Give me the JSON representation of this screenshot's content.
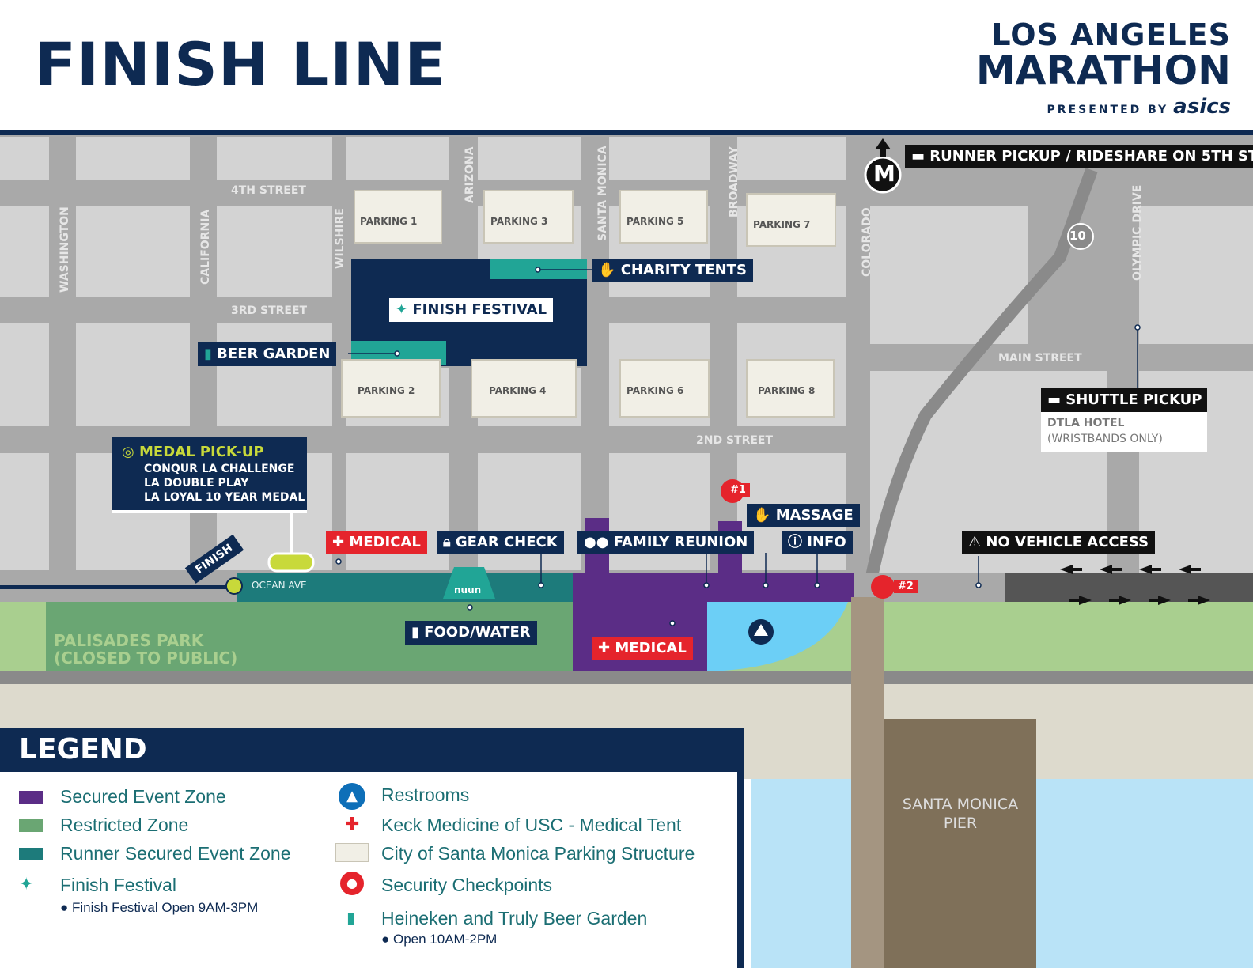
{
  "header": {
    "title": "FINISH LINE",
    "logo_line1": "LOS ANGELES",
    "logo_line2": "MARATHON",
    "logo_presented": "PRESENTED BY",
    "logo_sponsor": "asics"
  },
  "streets": {
    "fourth": "4TH STREET",
    "third": "3RD STREET",
    "second": "2ND STREET",
    "main": "MAIN STREET",
    "washington": "WASHINGTON",
    "california": "CALIFORNIA",
    "wilshire": "WILSHIRE",
    "arizona": "ARIZONA",
    "santa_monica": "SANTA MONICA",
    "broadway": "BROADWAY",
    "colorado": "COLORADO",
    "olympic": "OLYMPIC DRIVE",
    "ocean": "OCEAN AVE",
    "freeway": "10"
  },
  "parking": [
    "PARKING 1",
    "PARKING 3",
    "PARKING 5",
    "PARKING 7",
    "PARKING 2",
    "PARKING 4",
    "PARKING 6",
    "PARKING 8"
  ],
  "labels": {
    "charity_tents": "CHARITY TENTS",
    "finish_festival": "FINISH FESTIVAL",
    "beer_garden": "BEER GARDEN",
    "medal_title": "MEDAL PICK-UP",
    "medal_line1": "CONQUR LA CHALLENGE",
    "medal_line2": "LA DOUBLE PLAY",
    "medal_line3": "LA LOYAL 10 YEAR MEDAL",
    "medical": "MEDICAL",
    "gear_check": "GEAR CHECK",
    "family_reunion": "FAMILY REUNION",
    "massage": "MASSAGE",
    "info": "INFO",
    "no_vehicle": "NO VEHICLE ACCESS",
    "runner_pickup": "RUNNER PICKUP / RIDESHARE ON 5TH ST",
    "metro": "M",
    "shuttle_pickup": "SHUTTLE PICKUP",
    "shuttle_line1": "DTLA HOTEL",
    "shuttle_line2": "(WRISTBANDS ONLY)",
    "food_water": "FOOD/WATER",
    "nuun": "nuun",
    "finish": "FINISH",
    "checkpoint1": "#1",
    "checkpoint2": "#2",
    "palisades": "PALISADES PARK\n(CLOSED TO PUBLIC)",
    "pier": "SANTA MONICA\nPIER"
  },
  "legend": {
    "title": "LEGEND",
    "items": [
      "Secured Event Zone",
      "Restricted Zone",
      "Runner Secured Event Zone",
      "Finish Festival",
      "Finish Festival Open 9AM-3PM",
      "Restrooms",
      "Keck Medicine of USC - Medical Tent",
      "City of Santa Monica Parking Structure",
      "Security Checkpoints",
      "Heineken and Truly Beer Garden",
      "Open 10AM-2PM"
    ]
  },
  "colors": {
    "navy": "#0e2a52",
    "purple": "#5b2d86",
    "restricted_green": "#6aa673",
    "runner_teal": "#1d7b7b",
    "charity_teal": "#21a596",
    "park_green": "#a9cf8f",
    "road_gray": "#a9a9a9",
    "block_gray": "#d3d3d3",
    "water_blue": "#b9e3f7",
    "restroom_blue": "#6ccff6",
    "medical_red": "#e5242c",
    "pier_brown": "#7f7059",
    "lime": "#c8d93a"
  }
}
